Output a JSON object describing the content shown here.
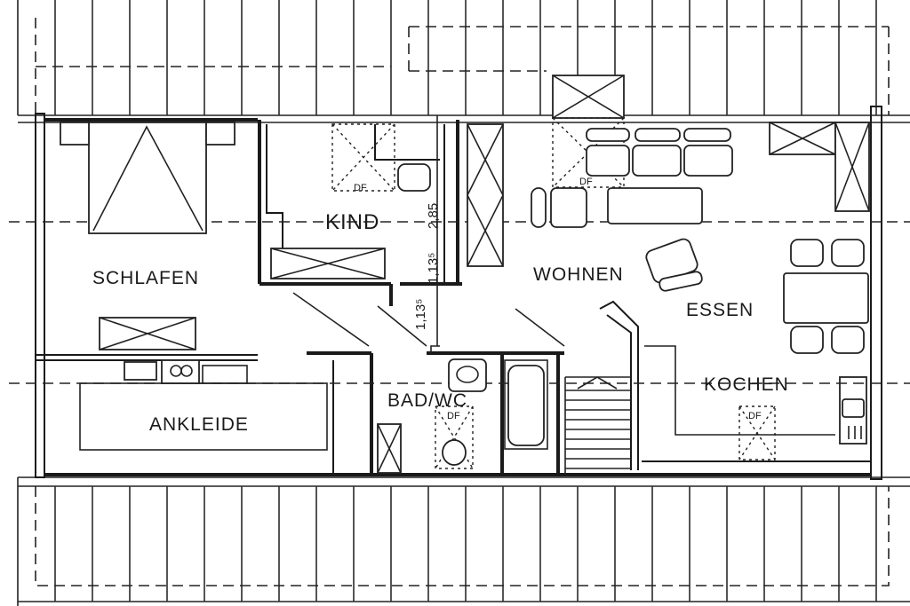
{
  "rooms": {
    "schlafen": "SCHLAFEN",
    "kind": "KIND",
    "wohnen": "WOHNEN",
    "essen": "ESSEN",
    "kochen": "KOCHEN",
    "ankleide": "ANKLEIDE",
    "bad_wc": "BAD/WC"
  },
  "dimensions": {
    "height_1": "2,85",
    "height_2": "1,13⁵",
    "height_3": "1,13⁵"
  },
  "skylights": {
    "kind": "DF",
    "wohnen": "DF",
    "bad": "DF",
    "kochen": "DF"
  }
}
